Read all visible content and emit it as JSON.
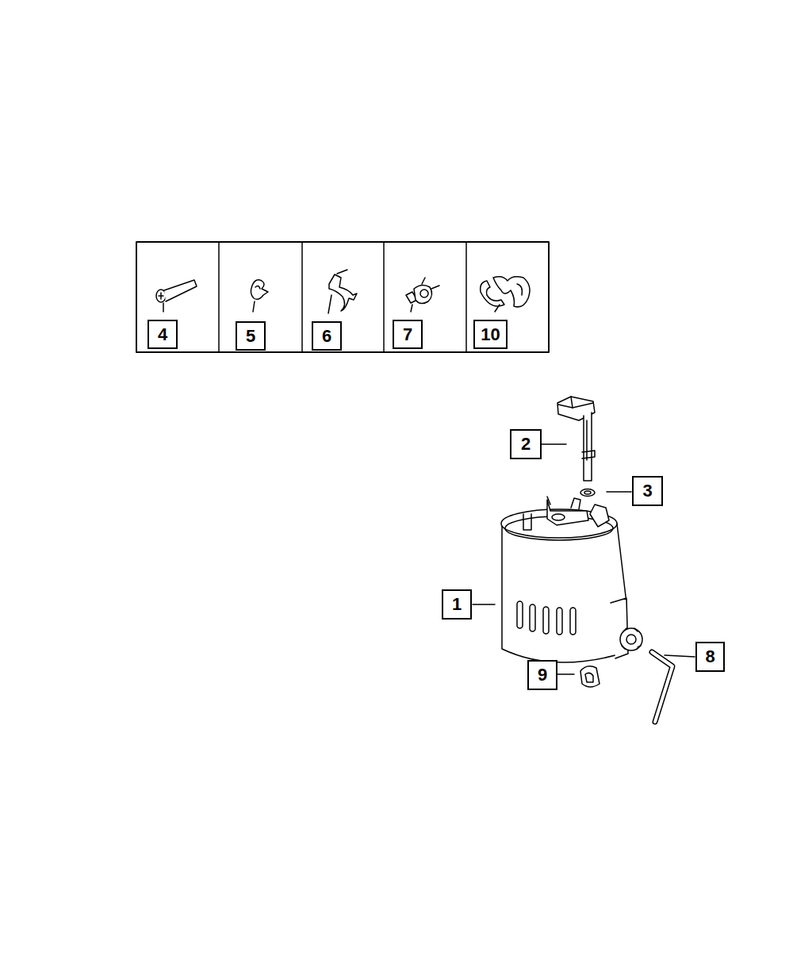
{
  "diagram": {
    "labels": [
      "4",
      "5",
      "6",
      "7",
      "10",
      "2",
      "3",
      "1",
      "8",
      "9"
    ]
  }
}
